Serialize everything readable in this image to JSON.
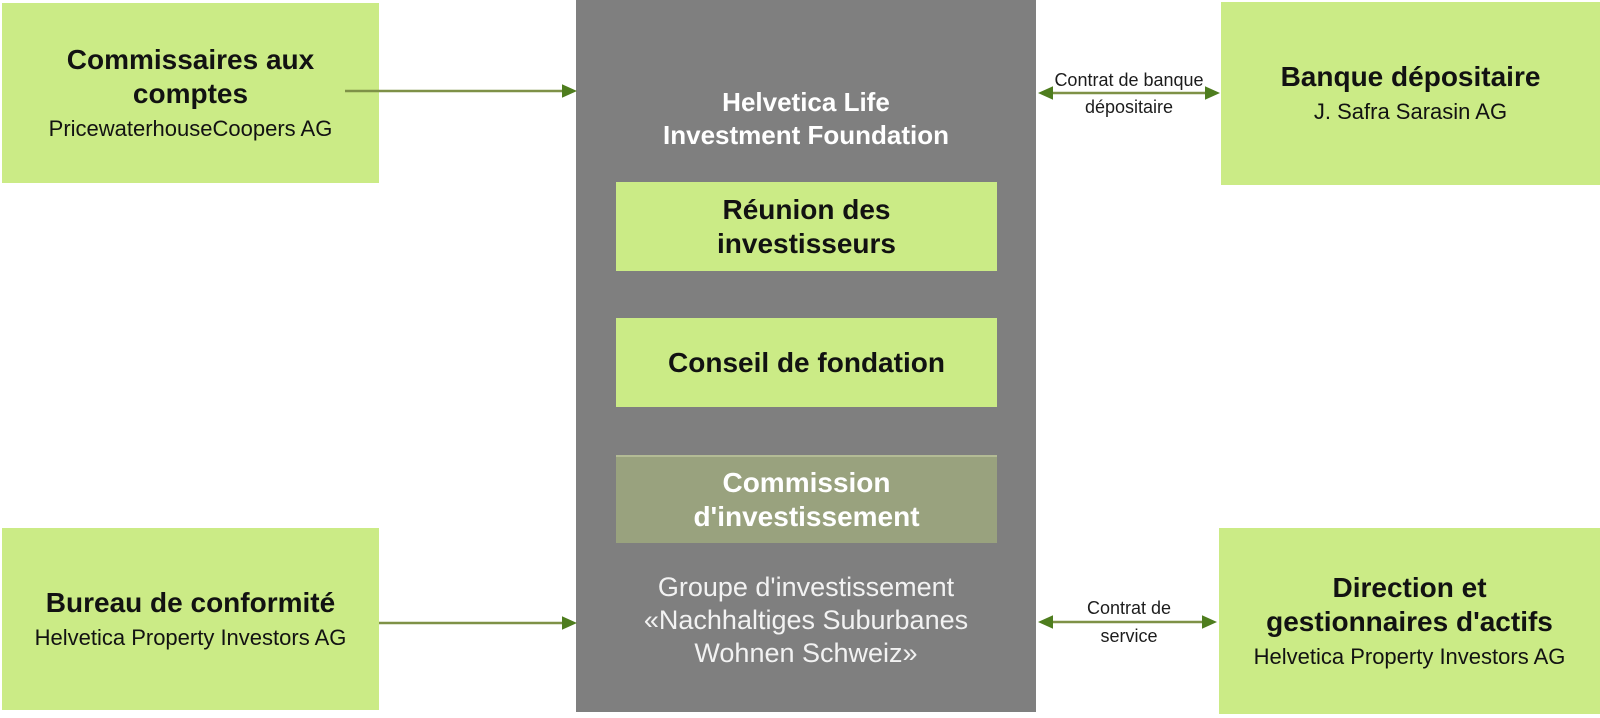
{
  "colors": {
    "box_green": "#cbeb86",
    "column_gray": "#7f7f7f",
    "committee_muted_green": "#99a27e",
    "arrow_line": "#7e9147",
    "arrow_head": "#4e7d1e",
    "text_dark": "#121212",
    "text_light": "#ffffff"
  },
  "foundation": {
    "title": "Helvetica Life\nInvestment Foundation",
    "bodies": {
      "investor_meeting": {
        "label": "Réunion des\ninvestisseurs"
      },
      "foundation_board": {
        "label": "Conseil de fondation"
      },
      "investment_committee": {
        "label": "Commission\nd'investissement"
      }
    },
    "investment_group": "Groupe d'investissement\n«Nachhaltiges Suburbanes\nWohnen Schweiz»"
  },
  "partners": {
    "auditors": {
      "title": "Commissaires aux\ncomptes",
      "subtitle": "PricewaterhouseCoopers AG"
    },
    "custodian_bank": {
      "title": "Banque dépositaire",
      "subtitle": "J. Safra Sarasin AG"
    },
    "compliance_office": {
      "title": "Bureau de conformité",
      "subtitle": "Helvetica Property Investors AG"
    },
    "management": {
      "title": "Direction et\ngestionnaires d'actifs",
      "subtitle": "Helvetica Property Investors AG"
    }
  },
  "connections": {
    "custodian_bank_contract": {
      "label_top": "Contrat de banque",
      "label_bottom": "dépositaire"
    },
    "service_contract": {
      "label_top": "Contrat de",
      "label_bottom": "service"
    }
  }
}
